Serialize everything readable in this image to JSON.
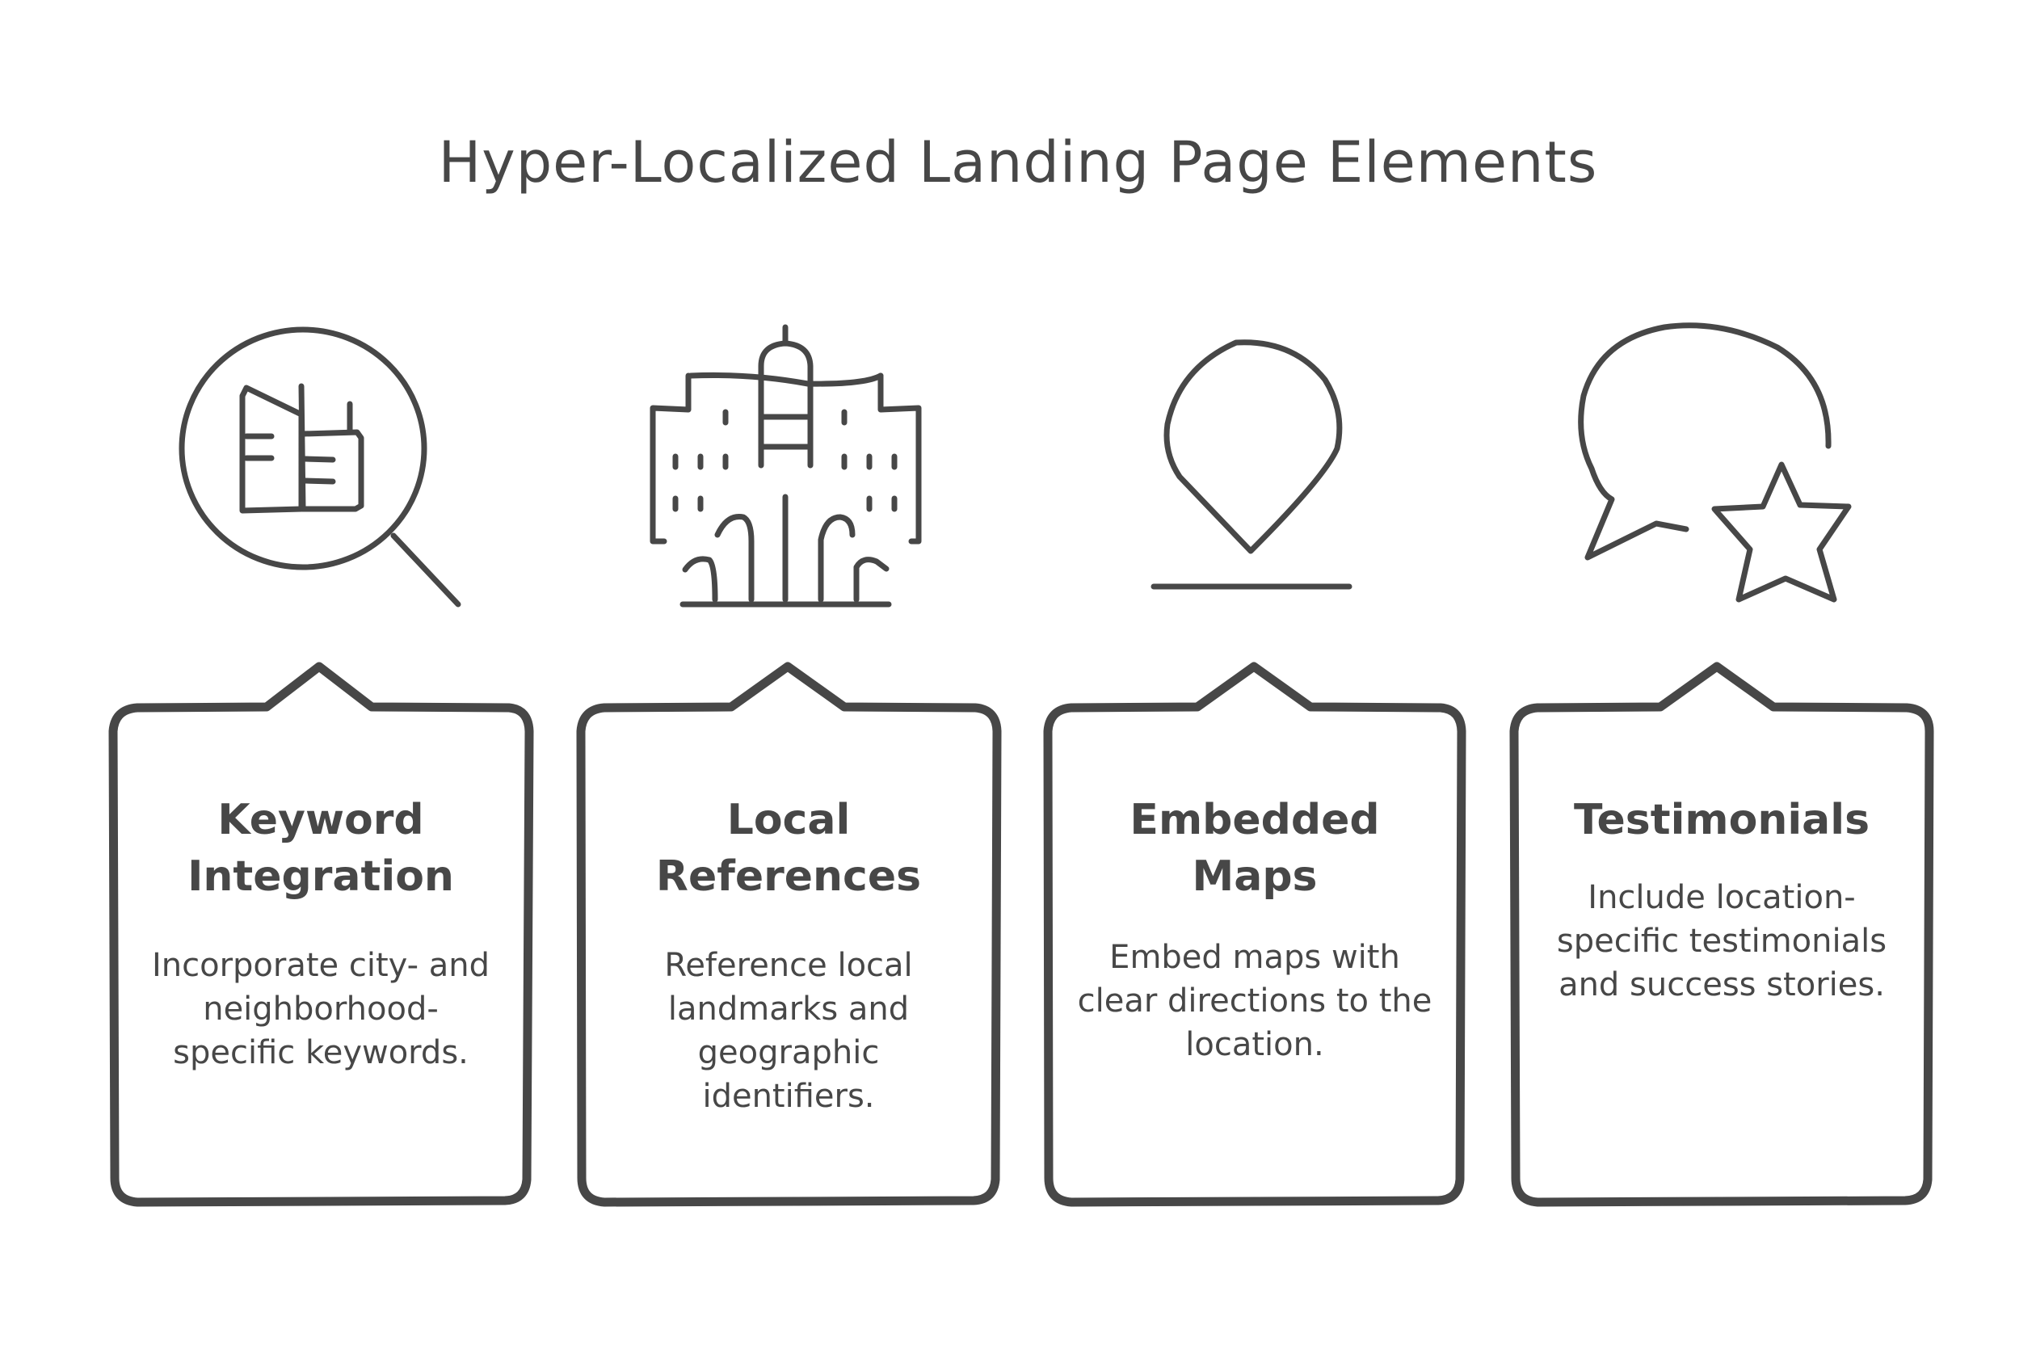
{
  "title": "Hyper-Localized Landing Page Elements",
  "colors": {
    "ink": "#474747",
    "background": "#ffffff"
  },
  "elements": [
    {
      "icon": "magnifier-buildings-icon",
      "heading": "Keyword Integration",
      "description": "Incorporate city- and neighborhood-specific keywords."
    },
    {
      "icon": "landmark-building-icon",
      "heading": "Local References",
      "description": "Reference local landmarks and geographic identifiers."
    },
    {
      "icon": "map-pin-icon",
      "heading": "Embedded Maps",
      "description": "Embed maps with clear directions to the location."
    },
    {
      "icon": "chat-star-icon",
      "heading": "Testimonials",
      "description": "Include location-specific testimonials and success stories."
    }
  ]
}
